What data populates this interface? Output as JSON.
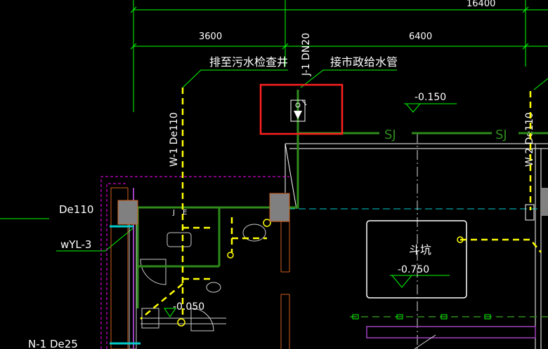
{
  "dimensions": {
    "top_partial": "16400",
    "seg_left": "3600",
    "seg_right": "6400"
  },
  "labels": {
    "pipe_j1": "J-1 DN20",
    "pipe_w1": "W-1 De110",
    "pipe_w2": "W-2 De110",
    "sewer_note": "排至污水检查井",
    "water_note": "接市政给水管",
    "sj": "SJ",
    "de110": "De110",
    "wyl3": "wYL-3",
    "n1": "N-1 De25",
    "sump": "斗坑",
    "jt1": "J",
    "jt2": "E"
  },
  "levels": {
    "l1": "-0.150",
    "l2": "-0.750",
    "l3": "-0.050"
  },
  "colors": {
    "background": "#000000",
    "dimension_line": "#00ff00",
    "text": "#ffffff",
    "sewer_pipe": "#ffff00",
    "water_pipe": "#2e8b1a",
    "wall": "#ffffff",
    "column": "#808080",
    "highlight": "#ff2020",
    "axis": "#00cccc",
    "boundary": "#ff00ff",
    "purple": "#a040c0"
  }
}
